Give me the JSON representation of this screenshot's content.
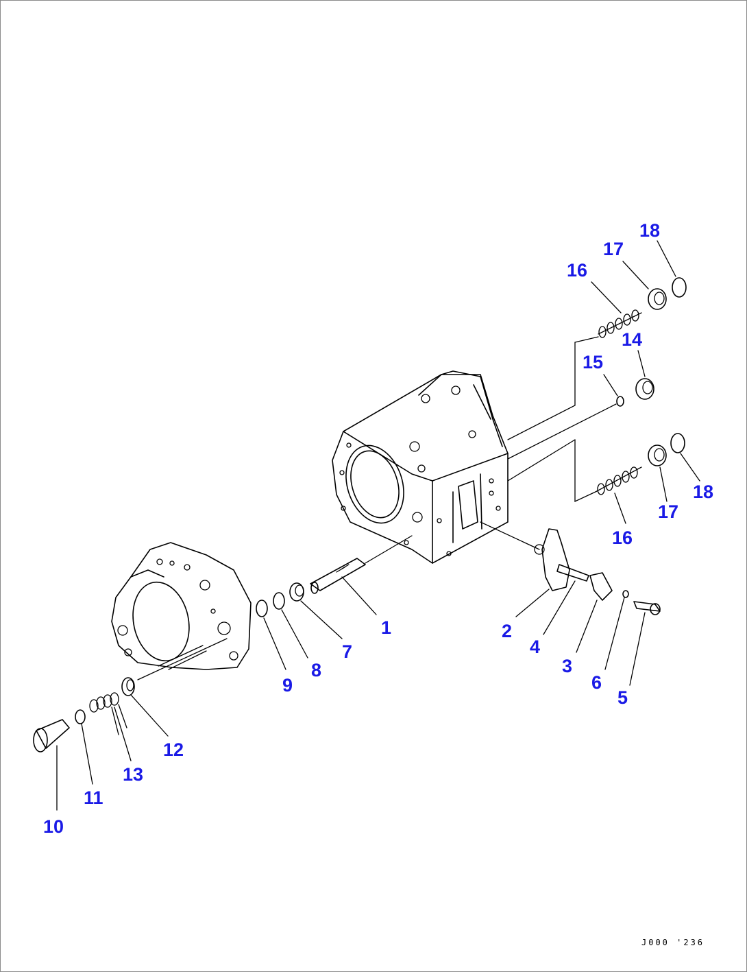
{
  "diagram": {
    "drawing_number": "J000 '236",
    "callouts": {
      "c1": "1",
      "c2": "2",
      "c3": "3",
      "c4": "4",
      "c5": "5",
      "c6": "6",
      "c7": "7",
      "c8": "8",
      "c9": "9",
      "c10": "10",
      "c11": "11",
      "c12": "12",
      "c13": "13",
      "c14": "14",
      "c15": "15",
      "c16a": "16",
      "c16b": "16",
      "c17a": "17",
      "c17b": "17",
      "c18a": "18",
      "c18b": "18"
    },
    "colors": {
      "callout": "#1a1ae6",
      "lines": "#000000",
      "background": "#ffffff"
    }
  }
}
